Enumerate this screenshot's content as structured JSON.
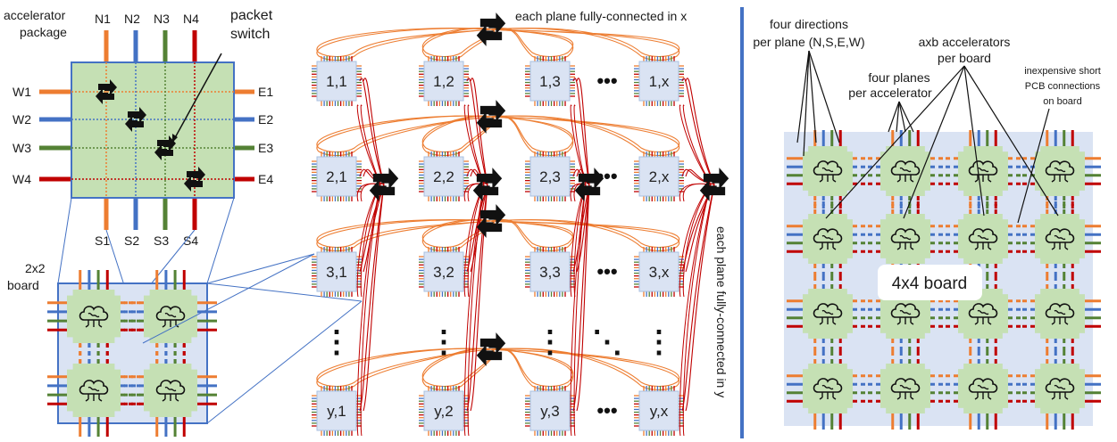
{
  "colors": {
    "orange": "#ed7d31",
    "blue": "#4472c4",
    "green": "#548235",
    "red": "#c00000",
    "chip_fill": "#c5e0b4",
    "chip_fill_light": "#dae3f3",
    "board_fill": "#dae3f3",
    "wire": "#c00000",
    "ring": "#ed7d31",
    "divider": "#4472c4"
  },
  "left": {
    "package_label_line1": "accelerator",
    "package_label_line2": "package",
    "switch_label_line1": "packet",
    "switch_label_line2": "switch",
    "north": [
      "N1",
      "N2",
      "N3",
      "N4"
    ],
    "west": [
      "W1",
      "W2",
      "W3",
      "W4"
    ],
    "east": [
      "E1",
      "E2",
      "E3",
      "E4"
    ],
    "south": [
      "S1",
      "S2",
      "S3",
      "S4"
    ],
    "board_label_line1": "2x2",
    "board_label_line2": "board"
  },
  "middle": {
    "top_caption": "each plane fully-connected in x",
    "side_caption": "each plane fully-connected in y",
    "rows": [
      [
        "1,1",
        "1,2",
        "1,3",
        "1,x"
      ],
      [
        "2,1",
        "2,2",
        "2,3",
        "2,x"
      ],
      [
        "3,1",
        "3,2",
        "3,3",
        "3,x"
      ],
      [
        "y,1",
        "y,2",
        "y,3",
        "y,x"
      ]
    ],
    "ellipsis_h": "•••",
    "ellipsis_v": "⋮",
    "ellipsis_d": "⋱"
  },
  "right": {
    "ann_directions_1": "four directions",
    "ann_directions_2": "per plane (N,S,E,W)",
    "ann_planes_1": "four planes",
    "ann_planes_2": "per accelerator",
    "ann_axb_1": "axb accelerators",
    "ann_axb_2": "per board",
    "ann_pcb_1": "inexpensive short",
    "ann_pcb_2": "PCB connections",
    "ann_pcb_3": "on board",
    "board_label": "4x4 board"
  }
}
